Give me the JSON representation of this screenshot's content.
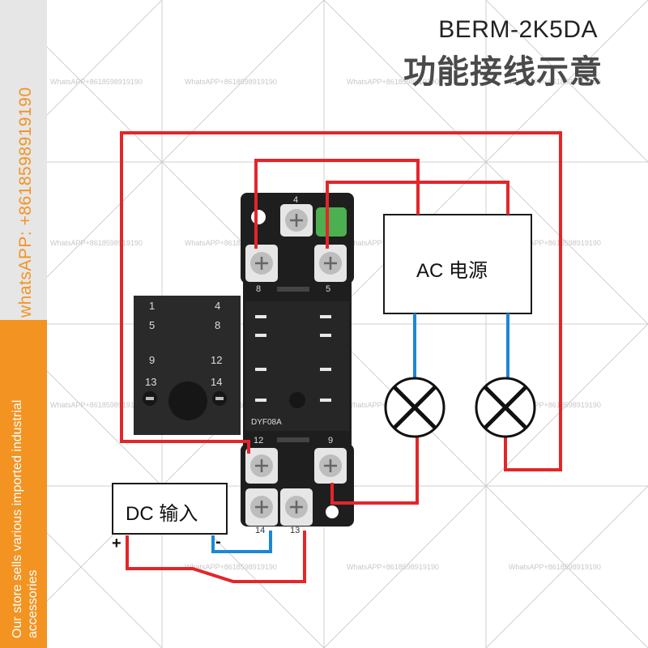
{
  "header": {
    "model": "BERM-2K5DA",
    "title": "功能接线示意"
  },
  "sidebar": {
    "phone": "whatsAPP: +8618598919190",
    "store": "Our store sells various imported industrial accessories"
  },
  "watermark": "WhatsAPP+8618598919190",
  "ac_box": {
    "label": "AC 电源"
  },
  "dc_box": {
    "label": "DC 输入",
    "plus": "+",
    "minus": "-"
  },
  "base_model": "DYF08A",
  "terminals": {
    "t4": "4",
    "t8": "8",
    "t5": "5",
    "t12": "12",
    "t9": "9",
    "t14": "14",
    "t13": "13"
  },
  "relay_pins": {
    "p1": "1",
    "p4": "4",
    "p5": "5",
    "p8": "8",
    "p9": "9",
    "p12": "12",
    "p13": "13",
    "p14": "14"
  },
  "colors": {
    "wire_red": "#e3262a",
    "wire_blue": "#1c87d6",
    "accent": "#f39322",
    "base": "#1e1e1e"
  }
}
